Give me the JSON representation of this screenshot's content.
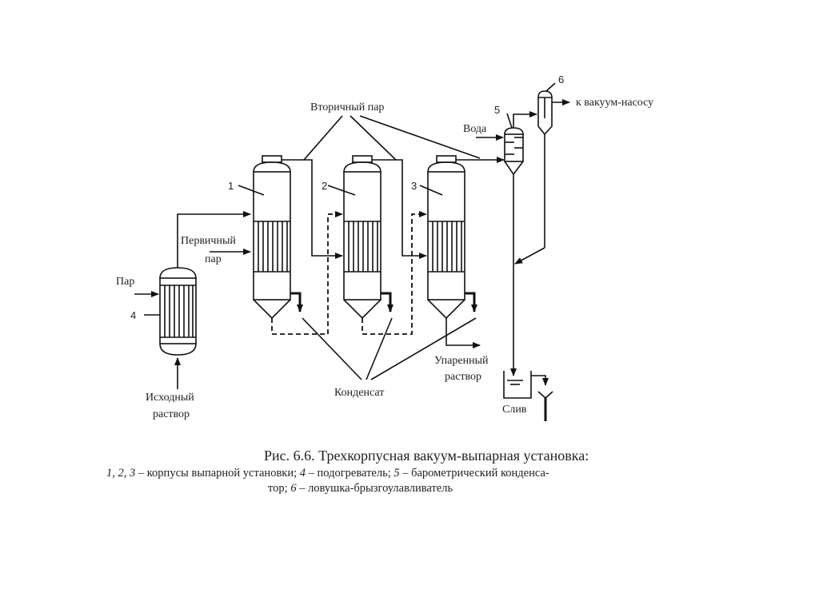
{
  "labels": {
    "secondary_steam": "Вторичный пар",
    "water": "Вода",
    "to_vacuum_pump": "к вакуум-насосу",
    "primary_steam_1": "Первичный",
    "primary_steam_2": "пар",
    "steam": "Пар",
    "initial_solution_1": "Исходный",
    "initial_solution_2": "раствор",
    "condensate": "Конденсат",
    "evaporated_solution_1": "Упаренный",
    "evaporated_solution_2": "раствор",
    "drain": "Слив"
  },
  "numbers": {
    "n1": "1",
    "n2": "2",
    "n3": "3",
    "n4": "4",
    "n5": "5",
    "n6": "6"
  },
  "caption": {
    "title": "Рис. 6.6. Трехкорпусная вакуум-выпарная установка:",
    "line1_num": "1, 2, 3",
    "line1_text": " – корпусы выпарной установки; ",
    "line1_num2": "4",
    "line1_text2": " – подогреватель; ",
    "line1_num3": "5",
    "line1_text3": " – барометрический конденса-",
    "line2_text": "тор; ",
    "line2_num": "6",
    "line2_text2": " – ловушка-брызгоулавливатель"
  }
}
